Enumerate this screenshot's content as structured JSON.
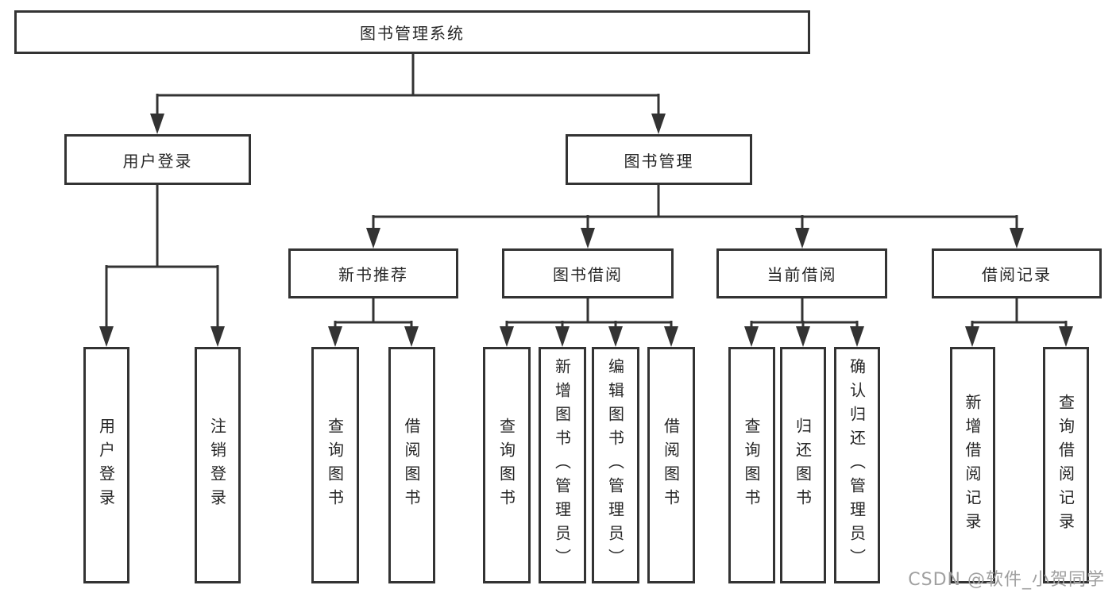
{
  "tree": {
    "root": {
      "label": "图书管理系统"
    },
    "branches": [
      {
        "label": "用户登录",
        "children": [
          {
            "label": "用户登录"
          },
          {
            "label": "注销登录"
          }
        ]
      },
      {
        "label": "图书管理",
        "children": [
          {
            "label": "新书推荐",
            "children": [
              {
                "label": "查询图书"
              },
              {
                "label": "借阅图书"
              }
            ]
          },
          {
            "label": "图书借阅",
            "children": [
              {
                "label": "查询图书"
              },
              {
                "label": "新增图书（管理员）"
              },
              {
                "label": "编辑图书（管理员）"
              },
              {
                "label": "借阅图书"
              }
            ]
          },
          {
            "label": "当前借阅",
            "children": [
              {
                "label": "查询图书"
              },
              {
                "label": "归还图书"
              },
              {
                "label": "确认归还（管理员）"
              }
            ]
          },
          {
            "label": "借阅记录",
            "children": [
              {
                "label": "新增借阅记录"
              },
              {
                "label": "查询借阅记录"
              }
            ]
          }
        ]
      }
    ]
  },
  "watermark": {
    "text": "CSDN @软件_小贺同学"
  },
  "colors": {
    "line": "#333333",
    "text": "#262626",
    "watermark": "#a0a0a0",
    "background": "#ffffff"
  }
}
